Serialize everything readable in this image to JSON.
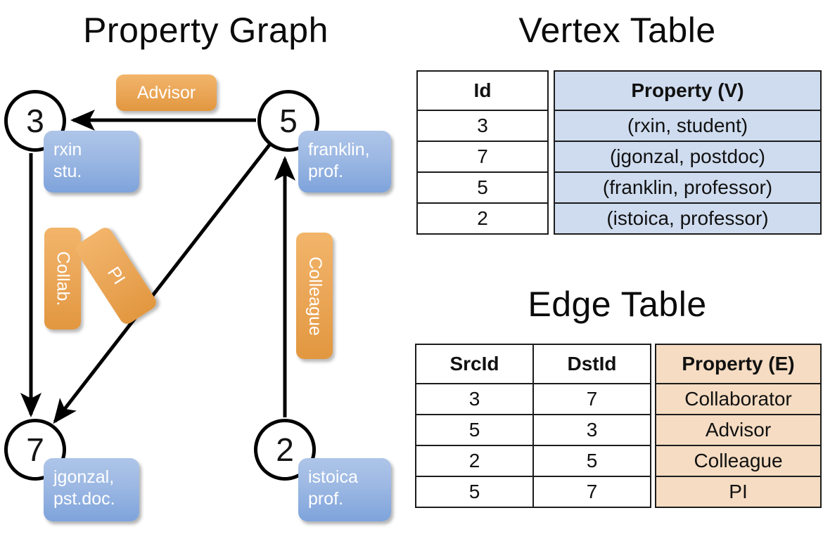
{
  "titles": {
    "property_graph": "Property Graph",
    "vertex_table": "Vertex Table",
    "edge_table": "Edge Table"
  },
  "graph": {
    "nodes": [
      {
        "id": "3",
        "label": "3",
        "property_lines": [
          "rxin",
          "stu."
        ]
      },
      {
        "id": "5",
        "label": "5",
        "property_lines": [
          "franklin,",
          "prof."
        ]
      },
      {
        "id": "7",
        "label": "7",
        "property_lines": [
          "jgonzal,",
          "pst.doc."
        ]
      },
      {
        "id": "2",
        "label": "2",
        "property_lines": [
          "istoica",
          "prof."
        ]
      }
    ],
    "edge_labels": {
      "advisor": "Advisor",
      "collab": "Collab.",
      "pi": "PI",
      "colleague": "Colleague"
    },
    "colors": {
      "node_stroke": "#000000",
      "vertex_box": "#8fb0e0",
      "edge_badge": "#eca95c",
      "edge_line": "#000000"
    }
  },
  "vertex_table": {
    "headers": [
      "Id",
      "Property (V)"
    ],
    "rows": [
      {
        "id": "3",
        "property": "(rxin, student)"
      },
      {
        "id": "7",
        "property": "(jgonzal, postdoc)"
      },
      {
        "id": "5",
        "property": "(franklin, professor)"
      },
      {
        "id": "2",
        "property": "(istoica, professor)"
      }
    ],
    "property_fill": "#cfdcef"
  },
  "edge_table": {
    "headers": [
      "SrcId",
      "DstId",
      "Property (E)"
    ],
    "rows": [
      {
        "src": "3",
        "dst": "7",
        "property": "Collaborator"
      },
      {
        "src": "5",
        "dst": "3",
        "property": "Advisor"
      },
      {
        "src": "2",
        "dst": "5",
        "property": "Colleague"
      },
      {
        "src": "5",
        "dst": "7",
        "property": "PI"
      }
    ],
    "property_fill": "#f5dcc2"
  }
}
